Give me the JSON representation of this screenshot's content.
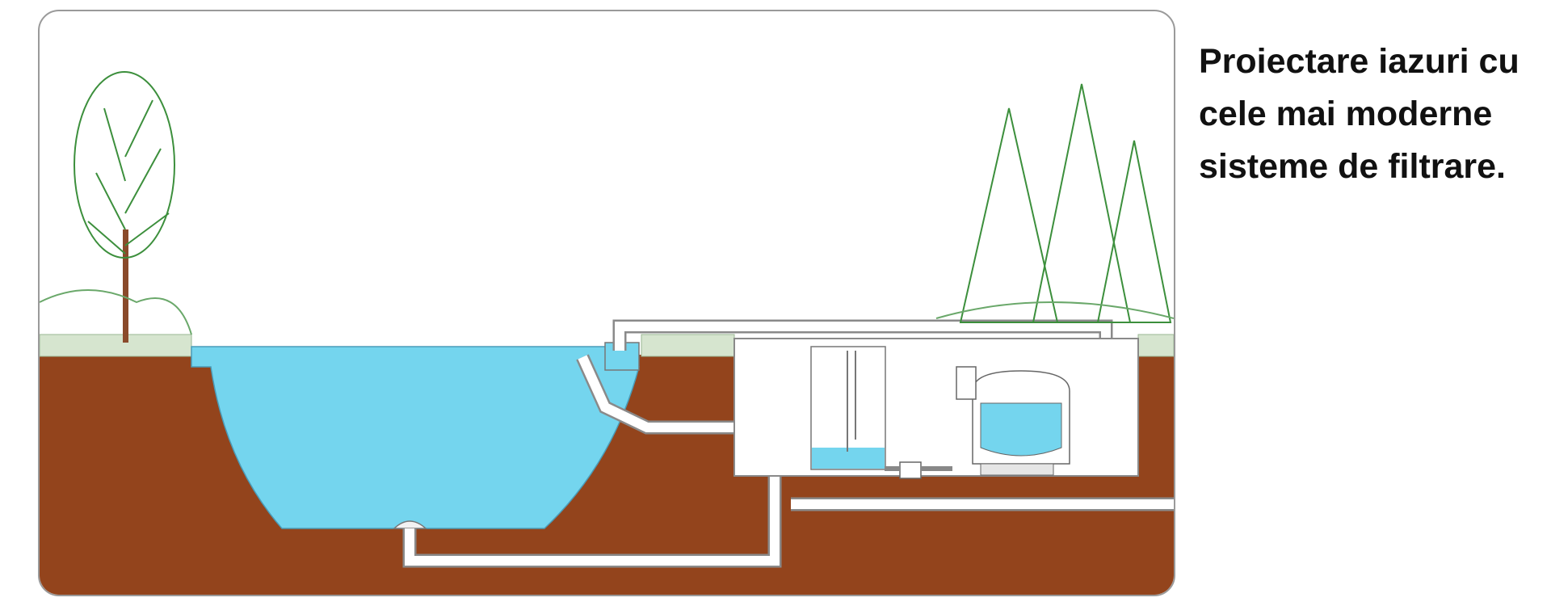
{
  "headline": {
    "lines": [
      "Proiectare iazuri cu",
      "cele mai moderne",
      "sisteme de filtrare."
    ]
  },
  "colors": {
    "soil": "#93441c",
    "water": "#74d5ee",
    "gravel": "#d6e5cf",
    "foliage": "#3c8f3c",
    "pipe_border": "#8a8a8a",
    "pipe_fill": "#ffffff",
    "frame": "#9a9a9a"
  },
  "diagram": {
    "elements": [
      "pond",
      "bottom-drain",
      "suction-pipe",
      "skimmer",
      "pump",
      "settlement-chamber",
      "sand-filter",
      "return-pipe",
      "overflow-pipe",
      "filter-house",
      "deciduous-tree",
      "conifer-trees"
    ]
  }
}
